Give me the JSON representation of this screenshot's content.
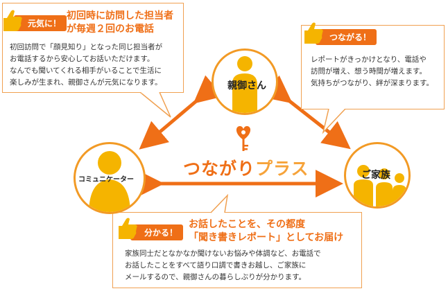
{
  "colors": {
    "orange": "#ef6f17",
    "light_orange": "#f29a25",
    "hand_yellow": "#f5b400",
    "border": "#f0a050"
  },
  "top_left": {
    "badge": "元気に！",
    "headline": [
      "初回時に訪問した担当者",
      "が毎週２回のお電話"
    ],
    "body": [
      "初回訪問で「顔見知り」となった同じ担当者が",
      "お電話するから安心してお話いただけます。",
      "なんでも聞いてくれる相手がいることで生活に",
      "楽しみが生まれ、親御さんが元気になります。"
    ]
  },
  "top_right": {
    "badge": "つながる！",
    "body": [
      "レポートがきっかけとなり、電話や",
      "訪問が増え、想う時間が増えます。",
      "気持ちがつながり、絆が深まります。"
    ]
  },
  "bottom": {
    "badge": "分かる！",
    "headline": [
      "お話したことを、その都度",
      "「聞き書きレポート」としてお届け"
    ],
    "body": [
      "家族同士だとなかなか聞けないお悩みや体調など、お電話で",
      "お話したことをすべて語り口調で書きお越し、ご家族に",
      "メールするので、親御さんの暮らしぶりが分かります。"
    ]
  },
  "nodes": {
    "parent": "親御さん",
    "communicator": "コミュニケーター",
    "family": "ご家族"
  },
  "center": {
    "title_main": "つながり",
    "title_plus": "プラス"
  },
  "icons": [
    "thumbs-up-hand-icon",
    "heart-key-logo-icon",
    "double-arrow-icon"
  ]
}
